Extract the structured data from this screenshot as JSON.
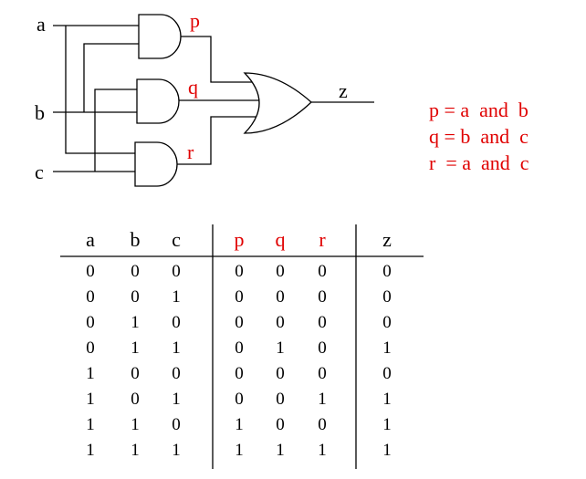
{
  "circuit": {
    "input_a": "a",
    "input_b": "b",
    "input_c": "c",
    "out_p": "p",
    "out_q": "q",
    "out_r": "r",
    "out_z": "z"
  },
  "equations": [
    "p = a  and  b",
    "q = b  and  c",
    "r  = a  and  c"
  ],
  "table": {
    "headers": [
      "a",
      "b",
      "c",
      "p",
      "q",
      "r",
      "z"
    ],
    "rows": [
      [
        0,
        0,
        0,
        0,
        0,
        0,
        0
      ],
      [
        0,
        0,
        1,
        0,
        0,
        0,
        0
      ],
      [
        0,
        1,
        0,
        0,
        0,
        0,
        0
      ],
      [
        0,
        1,
        1,
        0,
        1,
        0,
        1
      ],
      [
        1,
        0,
        0,
        0,
        0,
        0,
        0
      ],
      [
        1,
        0,
        1,
        0,
        0,
        1,
        1
      ],
      [
        1,
        1,
        0,
        1,
        0,
        0,
        1
      ],
      [
        1,
        1,
        1,
        1,
        1,
        1,
        1
      ]
    ]
  },
  "colors": {
    "black": "#000000",
    "red": "#e00000"
  }
}
